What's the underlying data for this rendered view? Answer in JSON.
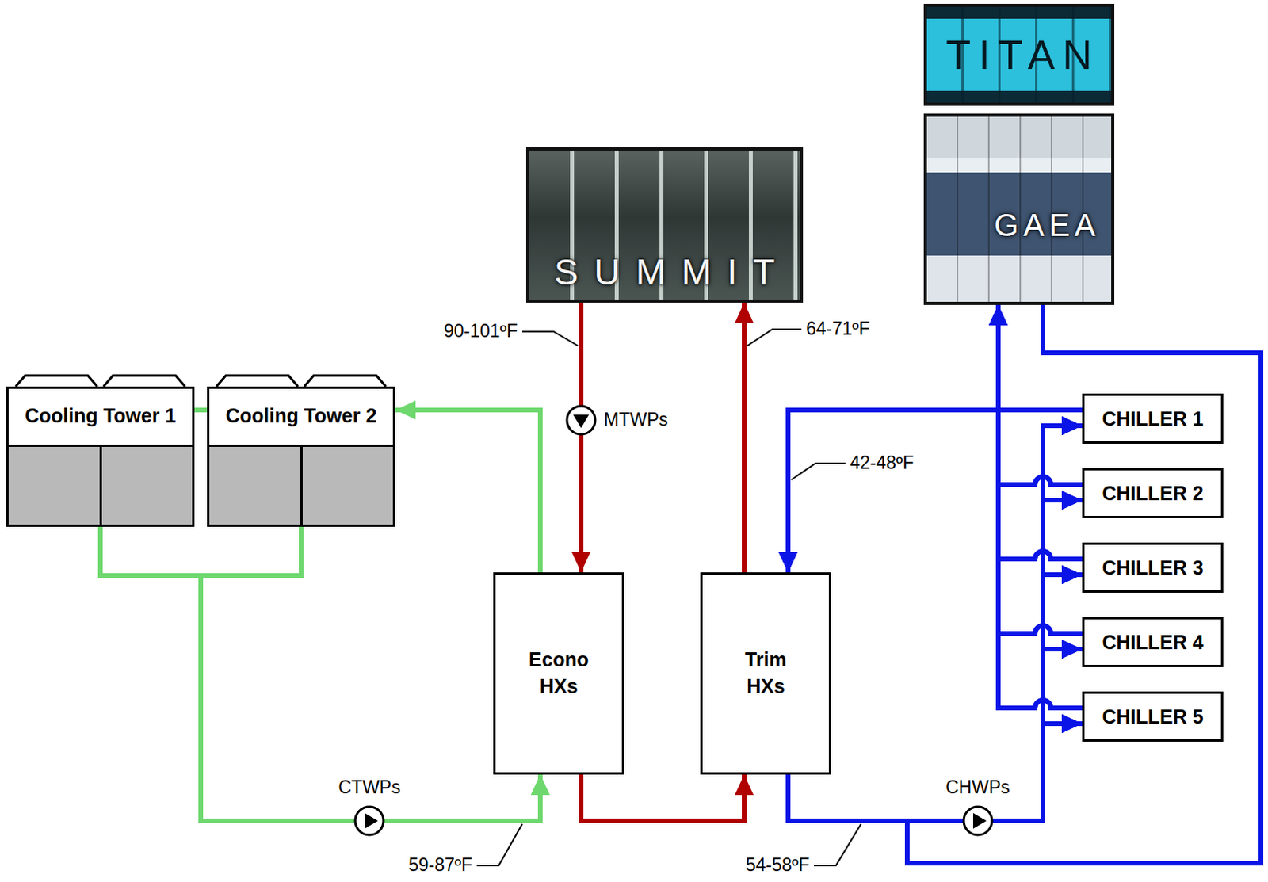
{
  "diagram": {
    "nodes": [
      {
        "text": [
          "TITAN"
        ]
      },
      {
        "text": [
          "GAEA"
        ]
      },
      {
        "text": [
          "SUMMIT"
        ]
      },
      {
        "text": [
          "Cooling Tower 1"
        ]
      },
      {
        "text": [
          "Cooling Tower 2"
        ]
      },
      {
        "text": [
          "Econo HXs"
        ]
      },
      {
        "text": [
          "Trim HXs"
        ]
      },
      {
        "text": [
          "CHILLER 1"
        ]
      },
      {
        "text": [
          "CHILLER 2"
        ]
      },
      {
        "text": [
          "CHILLER 3"
        ]
      },
      {
        "text": [
          "CHILLER 4"
        ]
      },
      {
        "text": [
          "CHILLER 5"
        ]
      }
    ],
    "edges": [
      {
        "from": 5,
        "to": 4,
        "arrow": "to"
      },
      {
        "from": 3,
        "to": 4,
        "arrow": "none"
      },
      {
        "from": 3,
        "to": 5,
        "arrow": "to"
      },
      {
        "from": 4,
        "to": 5,
        "arrow": "to"
      },
      {
        "from": 2,
        "to": 5,
        "arrow": "to"
      },
      {
        "from": 5,
        "to": 6,
        "arrow": "to"
      },
      {
        "from": 6,
        "to": 2,
        "arrow": "to"
      },
      {
        "from": 7,
        "to": 6,
        "arrow": "to"
      },
      {
        "from": 8,
        "to": 6,
        "arrow": "to"
      },
      {
        "from": 9,
        "to": 6,
        "arrow": "to"
      },
      {
        "from": 10,
        "to": 6,
        "arrow": "to"
      },
      {
        "from": 11,
        "to": 6,
        "arrow": "to"
      },
      {
        "from": 7,
        "to": 1,
        "arrow": "to"
      },
      {
        "from": 8,
        "to": 1,
        "arrow": "to"
      },
      {
        "from": 9,
        "to": 1,
        "arrow": "to"
      },
      {
        "from": 10,
        "to": 1,
        "arrow": "to"
      },
      {
        "from": 11,
        "to": 1,
        "arrow": "to"
      },
      {
        "from": 6,
        "to": 7,
        "arrow": "to"
      },
      {
        "from": 6,
        "to": 8,
        "arrow": "to"
      },
      {
        "from": 6,
        "to": 9,
        "arrow": "to"
      },
      {
        "from": 6,
        "to": 10,
        "arrow": "to"
      },
      {
        "from": 6,
        "to": 11,
        "arrow": "to"
      },
      {
        "from": 1,
        "to": 7,
        "arrow": "to"
      },
      {
        "from": 1,
        "to": 8,
        "arrow": "to"
      },
      {
        "from": 1,
        "to": 9,
        "arrow": "to"
      },
      {
        "from": 1,
        "to": 10,
        "arrow": "to"
      },
      {
        "from": 1,
        "to": 11,
        "arrow": "to"
      }
    ],
    "labels": [
      "90-101ºF",
      "64-71ºF",
      "MTWPs",
      "42-48ºF",
      "CTWPs",
      "CHWPs",
      "59-87ºF",
      "54-58ºF"
    ]
  }
}
